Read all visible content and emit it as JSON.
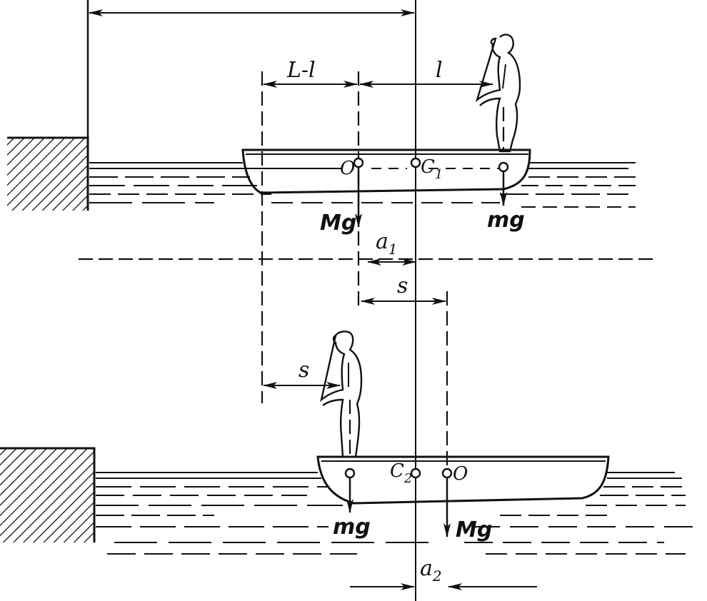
{
  "labels": {
    "L_minus_l": "L-l",
    "l": "l",
    "O_top": "O",
    "C1_main": "C",
    "C1_sub": "1",
    "Mg_top": "Mg",
    "mg_top": "mg",
    "a1_main": "a",
    "a1_sub": "1",
    "s_mid": "s",
    "s_bottom": "s",
    "C2_main": "C",
    "C2_sub": "2",
    "O_bottom": "O",
    "mg_bottom": "mg",
    "Mg_bottom": "Mg",
    "a2_main": "a",
    "a2_sub": "2"
  }
}
